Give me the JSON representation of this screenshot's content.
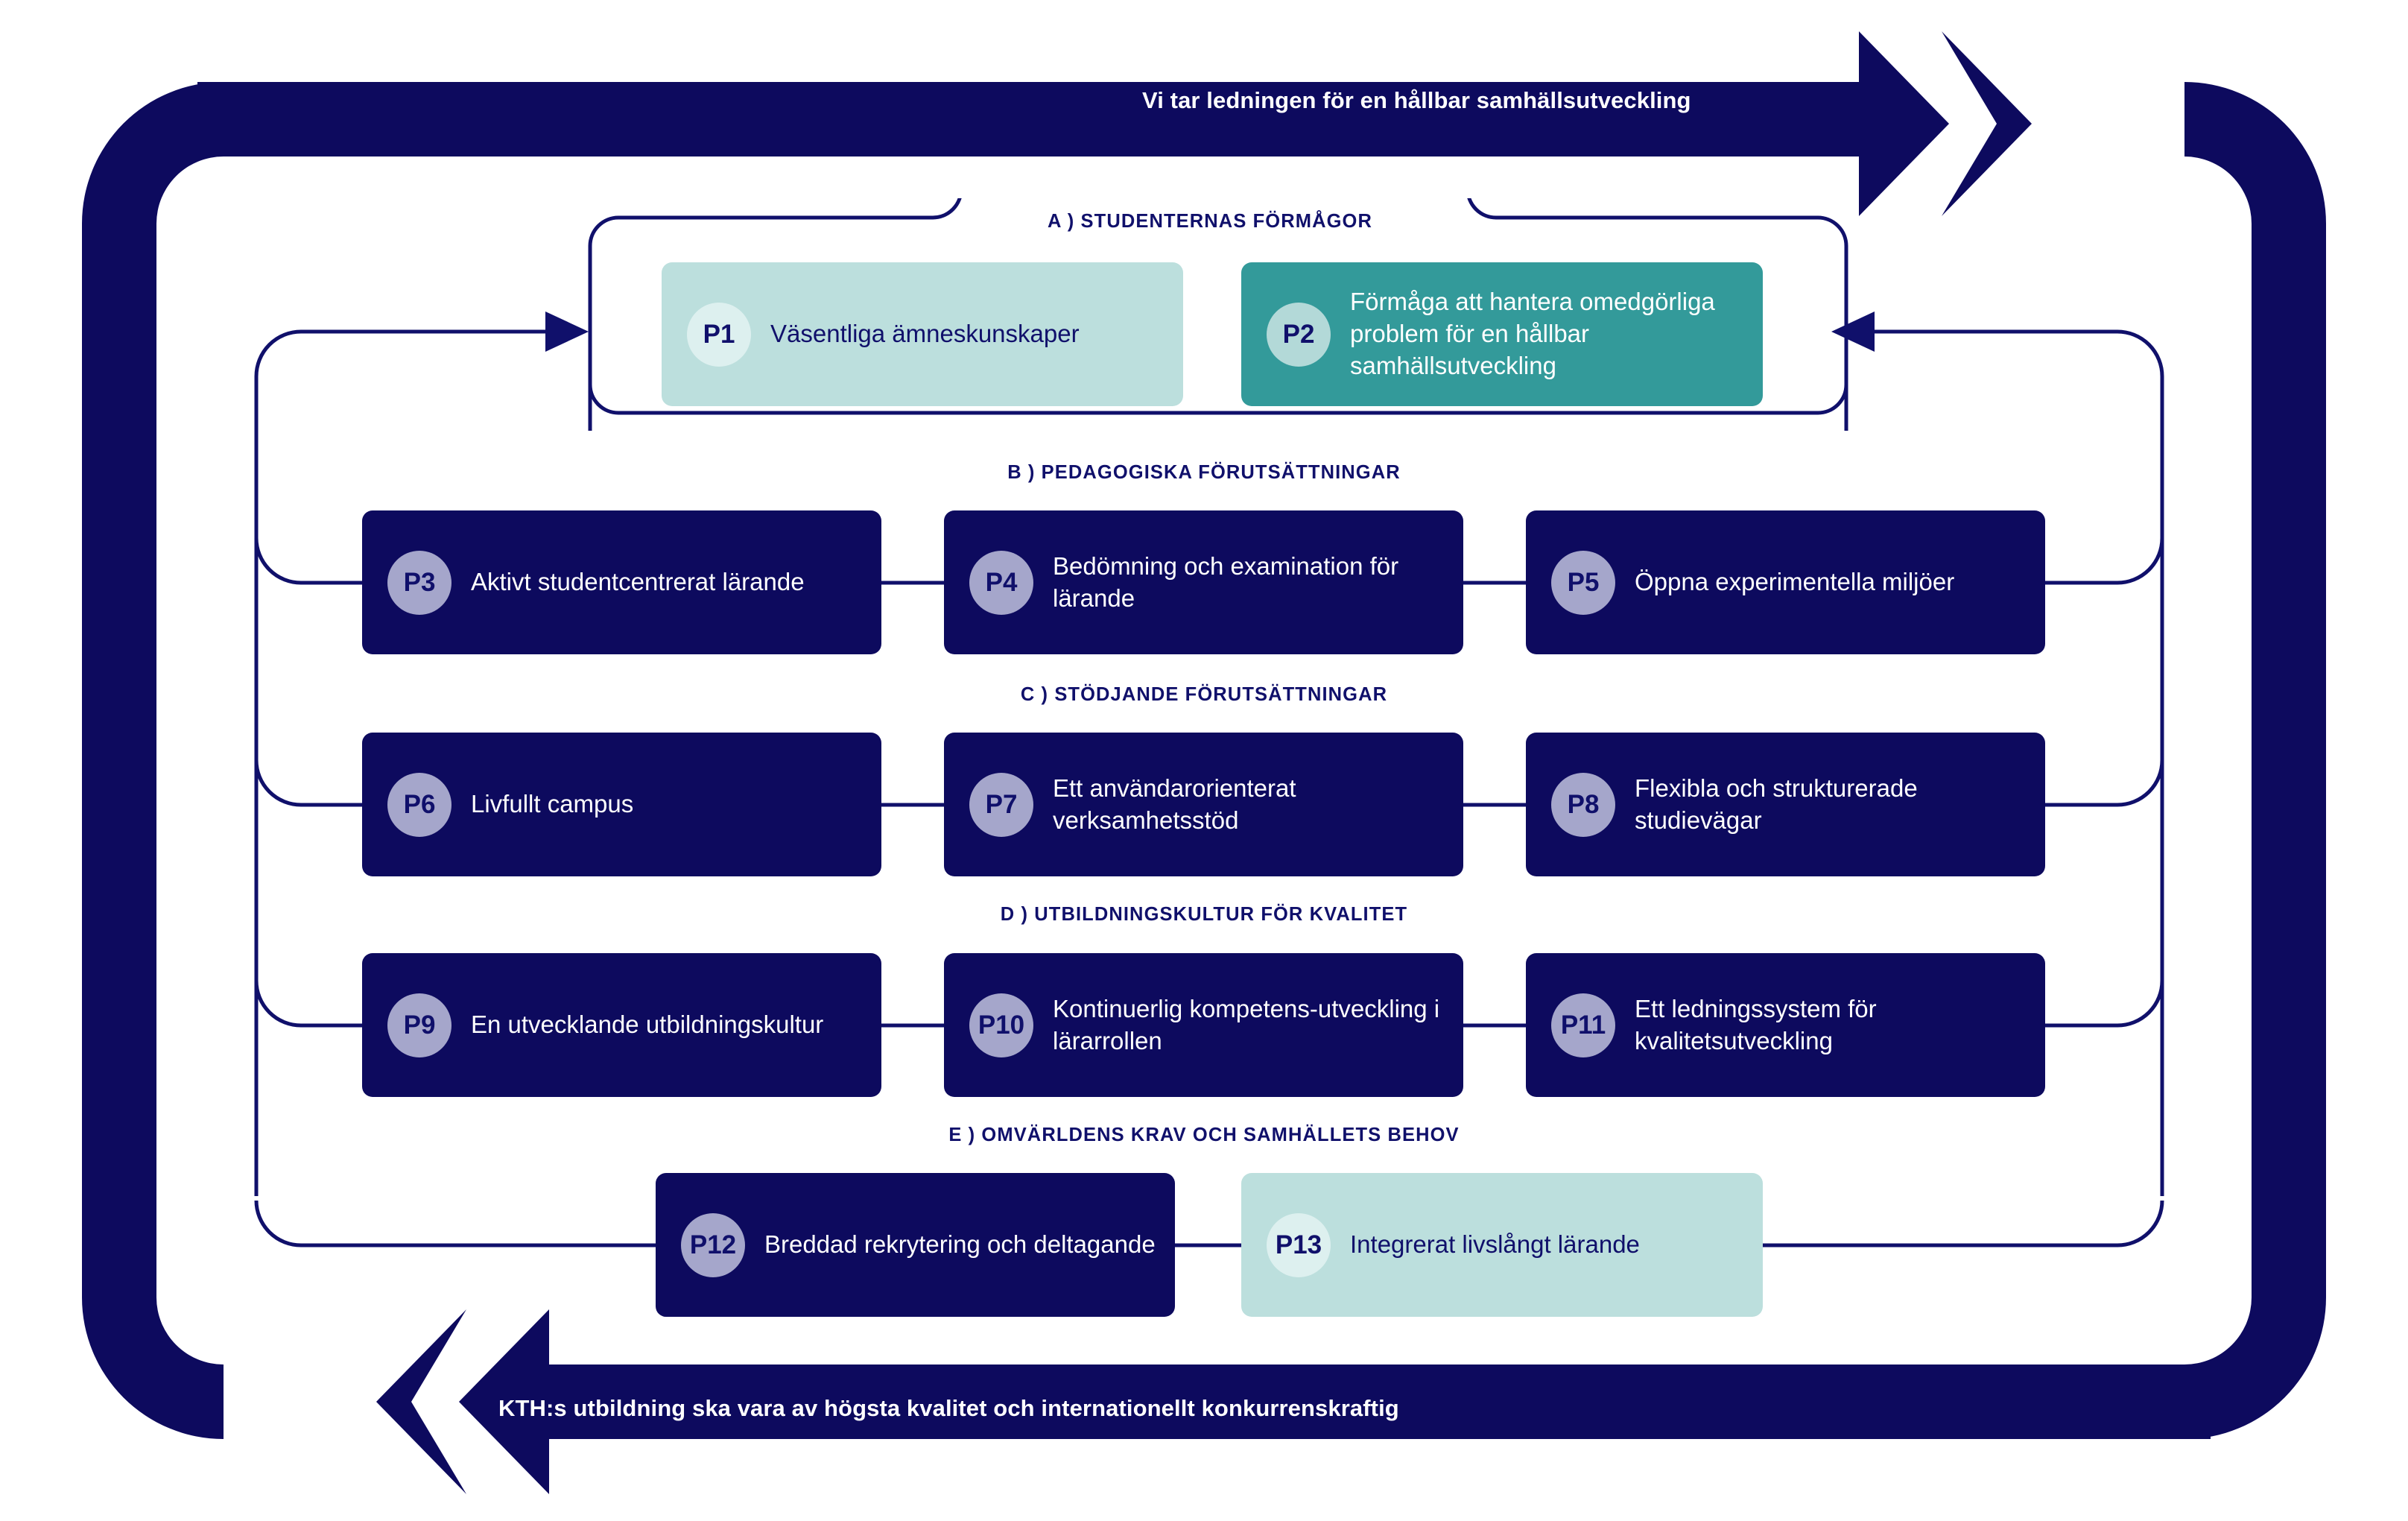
{
  "colors": {
    "navy": "#0d0a5e",
    "navy_text": "#10106b",
    "teal_light": "#bcdfdd",
    "teal_light_badge": "#ddf0ef",
    "teal_dark": "#339a9a",
    "teal_dark_badge": "#b3d9d8",
    "badge_purple": "#a5a6cb",
    "white": "#ffffff",
    "background": "#ffffff"
  },
  "banners": {
    "top": {
      "text": "Vi tar ledningen för en hållbar samhällsutveckling",
      "direction": "right",
      "icon": "arrow-right-icon"
    },
    "bottom": {
      "text": "KTH:s utbildning ska vara av högsta kvalitet och internationellt konkurrenskraftig",
      "direction": "left",
      "icon": "arrow-left-icon"
    }
  },
  "sections": [
    {
      "key": "a",
      "title": "A ) STUDENTERNAS FÖRMÅGOR"
    },
    {
      "key": "b",
      "title": "B ) PEDAGOGISKA FÖRUTSÄTTNINGAR"
    },
    {
      "key": "c",
      "title": "C ) STÖDJANDE FÖRUTSÄTTNINGAR"
    },
    {
      "key": "d",
      "title": "D ) UTBILDNINGSKULTUR FÖR KVALITET"
    },
    {
      "key": "e",
      "title": "E ) OMVÄRLDENS KRAV OCH SAMHÄLLETS BEHOV"
    }
  ],
  "cards": {
    "p1": {
      "badge": "P1",
      "label": "Väsentliga ämneskunskaper",
      "style": "teal-light",
      "section": "a"
    },
    "p2": {
      "badge": "P2",
      "label": "Förmåga att hantera omedgörliga problem för en hållbar samhällsutveckling",
      "style": "teal-dark",
      "section": "a"
    },
    "p3": {
      "badge": "P3",
      "label": "Aktivt studentcentrerat lärande",
      "style": "navy",
      "section": "b"
    },
    "p4": {
      "badge": "P4",
      "label": "Bedömning och examination för lärande",
      "style": "navy",
      "section": "b"
    },
    "p5": {
      "badge": "P5",
      "label": "Öppna experimentella miljöer",
      "style": "navy",
      "section": "b"
    },
    "p6": {
      "badge": "P6",
      "label": "Livfullt campus",
      "style": "navy",
      "section": "c"
    },
    "p7": {
      "badge": "P7",
      "label": "Ett användarorienterat verksamhetsstöd",
      "style": "navy",
      "section": "c"
    },
    "p8": {
      "badge": "P8",
      "label": "Flexibla och strukturerade studievägar",
      "style": "navy",
      "section": "c"
    },
    "p9": {
      "badge": "P9",
      "label": "En utvecklande utbildningskultur",
      "style": "navy",
      "section": "d"
    },
    "p10": {
      "badge": "P10",
      "label": "Kontinuerlig kompetens-utveckling i lärarrollen",
      "style": "navy",
      "section": "d"
    },
    "p11": {
      "badge": "P11",
      "label": "Ett ledningssystem för kvalitetsutveckling",
      "style": "navy",
      "section": "d"
    },
    "p12": {
      "badge": "P12",
      "label": "Breddad rekrytering och deltagande",
      "style": "navy",
      "section": "e"
    },
    "p13": {
      "badge": "P13",
      "label": "Integrerat livslångt lärande",
      "style": "teal-light",
      "section": "e"
    }
  }
}
